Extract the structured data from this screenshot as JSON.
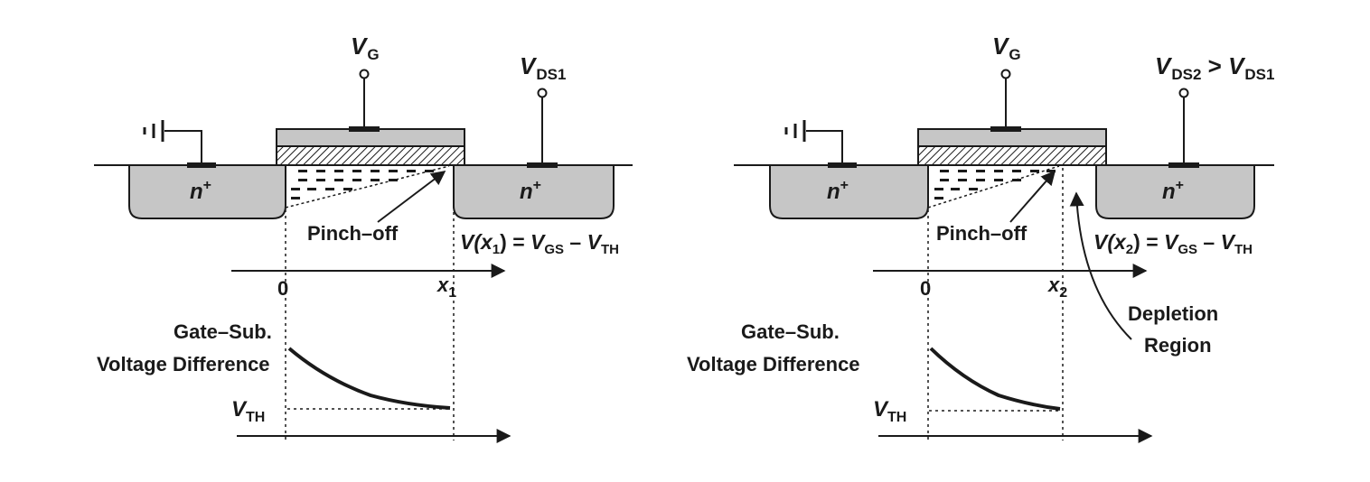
{
  "left": {
    "gate_label": {
      "main": "V",
      "sub": "G"
    },
    "drain_label": {
      "main": "V",
      "sub": "DS1"
    },
    "source_region": {
      "main": "n",
      "sup": "+"
    },
    "drain_region": {
      "main": "n",
      "sup": "+"
    },
    "pinchoff_label": "Pinch–off",
    "channel_eq": {
      "lhs": "V(",
      "lhs_var": "x",
      "lhs_var_sub": "1",
      "lhs_close": ") = ",
      "a": "V",
      "a_sub": "GS",
      "minus": " – ",
      "b": "V",
      "b_sub": "TH"
    },
    "axis_zero": "0",
    "axis_end": {
      "main": "x",
      "sub": "1"
    },
    "plot_label_line1": "Gate–Sub.",
    "plot_label_line2": "Voltage Difference",
    "vth_label": {
      "main": "V",
      "sub": "TH"
    }
  },
  "right": {
    "gate_label": {
      "main": "V",
      "sub": "G"
    },
    "drain_label": {
      "main": "V",
      "sub": "DS2",
      "rel": " > ",
      "main2": "V",
      "sub2": "DS1"
    },
    "source_region": {
      "main": "n",
      "sup": "+"
    },
    "drain_region": {
      "main": "n",
      "sup": "+"
    },
    "pinchoff_label": "Pinch–off",
    "channel_eq": {
      "lhs": "V(",
      "lhs_var": "x",
      "lhs_var_sub": "2",
      "lhs_close": ") = ",
      "a": "V",
      "a_sub": "GS",
      "minus": " – ",
      "b": "V",
      "b_sub": "TH"
    },
    "axis_zero": "0",
    "axis_end": {
      "main": "x",
      "sub": "2"
    },
    "depletion_line1": "Depletion",
    "depletion_line2": "Region",
    "plot_label_line1": "Gate–Sub.",
    "plot_label_line2": "Voltage Difference",
    "vth_label": {
      "main": "V",
      "sub": "TH"
    }
  },
  "colors": {
    "ink": "#1a1a1a",
    "n_region": "#c6c6c6",
    "gate": "#c6c6c6",
    "oxide_hatch": "#1a1a1a"
  }
}
